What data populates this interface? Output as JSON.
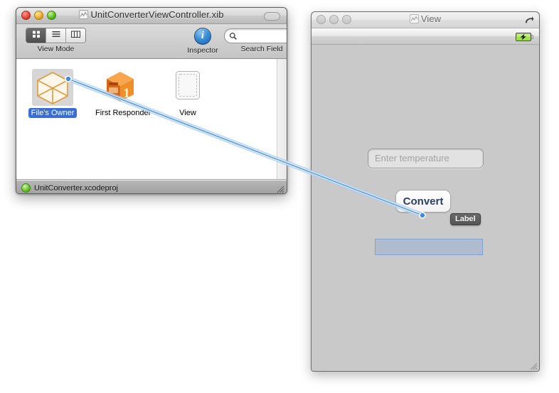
{
  "document_window": {
    "title": "UnitConverterViewController.xib",
    "title_icon": "xib-document-icon",
    "traffic_lights": [
      "close-button",
      "minimize-button",
      "zoom-button"
    ],
    "toolbar": {
      "view_mode": {
        "caption": "View Mode",
        "segments": [
          {
            "name": "icon-view",
            "icon": "grid-icon",
            "selected": true
          },
          {
            "name": "list-view",
            "icon": "list-icon",
            "selected": false
          },
          {
            "name": "column-view",
            "icon": "columns-icon",
            "selected": false
          }
        ]
      },
      "inspector": {
        "caption": "Inspector",
        "icon": "info-icon",
        "glyph": "i"
      },
      "search": {
        "caption": "Search Field",
        "icon": "search-icon",
        "value": "",
        "placeholder": ""
      }
    },
    "objects": [
      {
        "label": "File's Owner",
        "icon": "wireframe-cube-icon",
        "selected": true
      },
      {
        "label": "First Responder",
        "icon": "orange-cube-one-icon",
        "selected": false
      },
      {
        "label": "View",
        "icon": "empty-view-icon",
        "selected": false
      }
    ],
    "status": {
      "icon": "green-status-dot",
      "text": "UnitConverter.xcodeproj",
      "resize_grip": "resize-grip-icon"
    }
  },
  "view_window": {
    "title": "View",
    "title_icon": "xib-document-icon",
    "traffic_lights": [
      "close-button",
      "minimize-button",
      "zoom-button"
    ],
    "resume_icon": "resume-arrow-icon",
    "ios_statusbar": {
      "battery_icon": "battery-charging-icon"
    },
    "controls": {
      "text_field": {
        "name": "temperature-input",
        "value": "",
        "placeholder": "Enter temperature"
      },
      "button": {
        "name": "convert-button",
        "label": "Convert"
      },
      "label": {
        "name": "result-label",
        "text": ""
      }
    },
    "resize_grip": "resize-grip-icon"
  },
  "connection": {
    "tooltip": "Label",
    "color": "#5a9bea",
    "from": "File's Owner",
    "to": "result-label"
  },
  "colors": {
    "selection_blue": "#3b6ed4",
    "connection_blue": "#5a9bea",
    "button_text": "#2b3f66",
    "status_green": "#79cc3e"
  }
}
